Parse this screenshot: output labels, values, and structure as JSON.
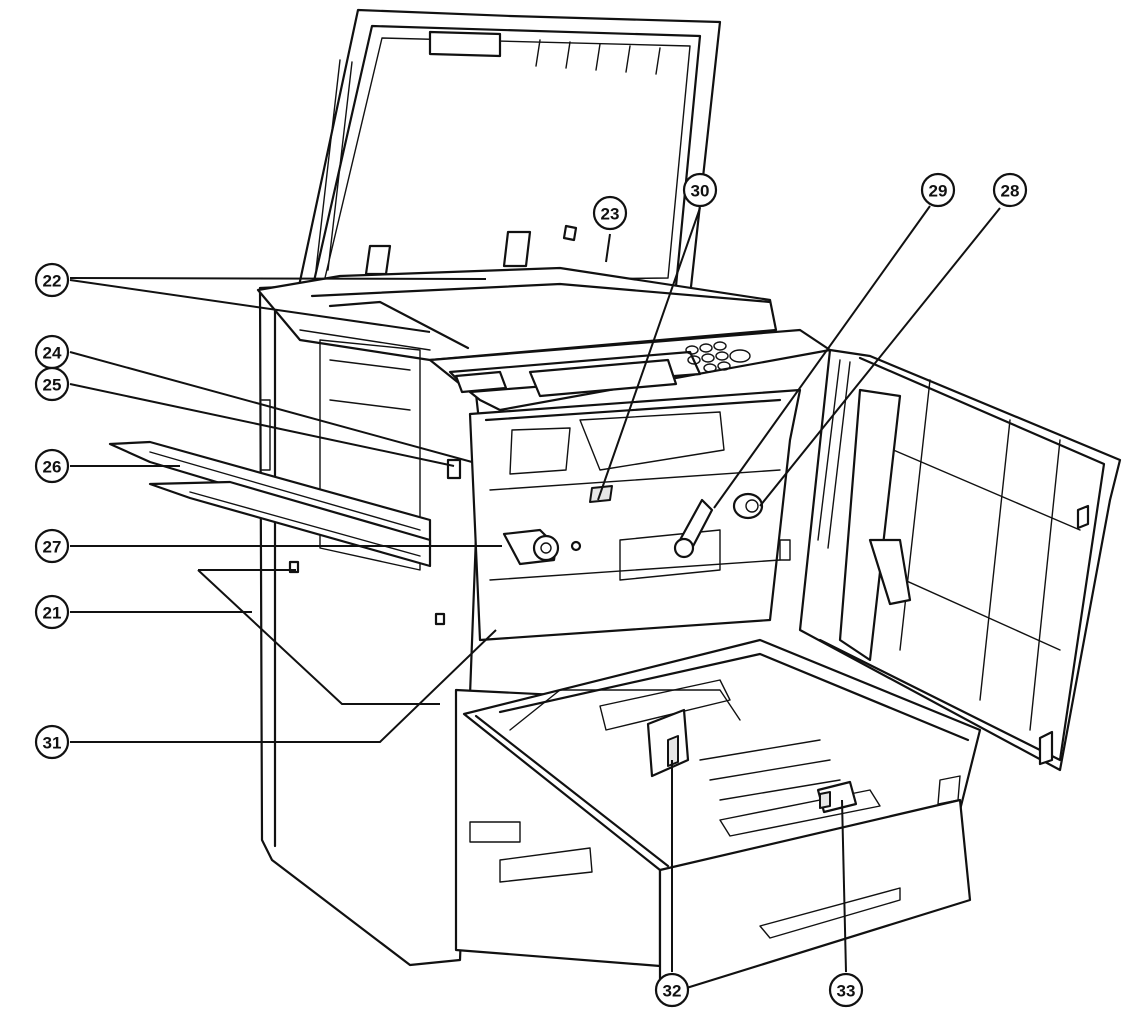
{
  "callouts": {
    "c21": "21",
    "c22": "22",
    "c23": "23",
    "c24": "24",
    "c25": "25",
    "c26": "26",
    "c27": "27",
    "c28": "28",
    "c29": "29",
    "c30": "30",
    "c31": "31",
    "c32": "32",
    "c33": "33"
  }
}
